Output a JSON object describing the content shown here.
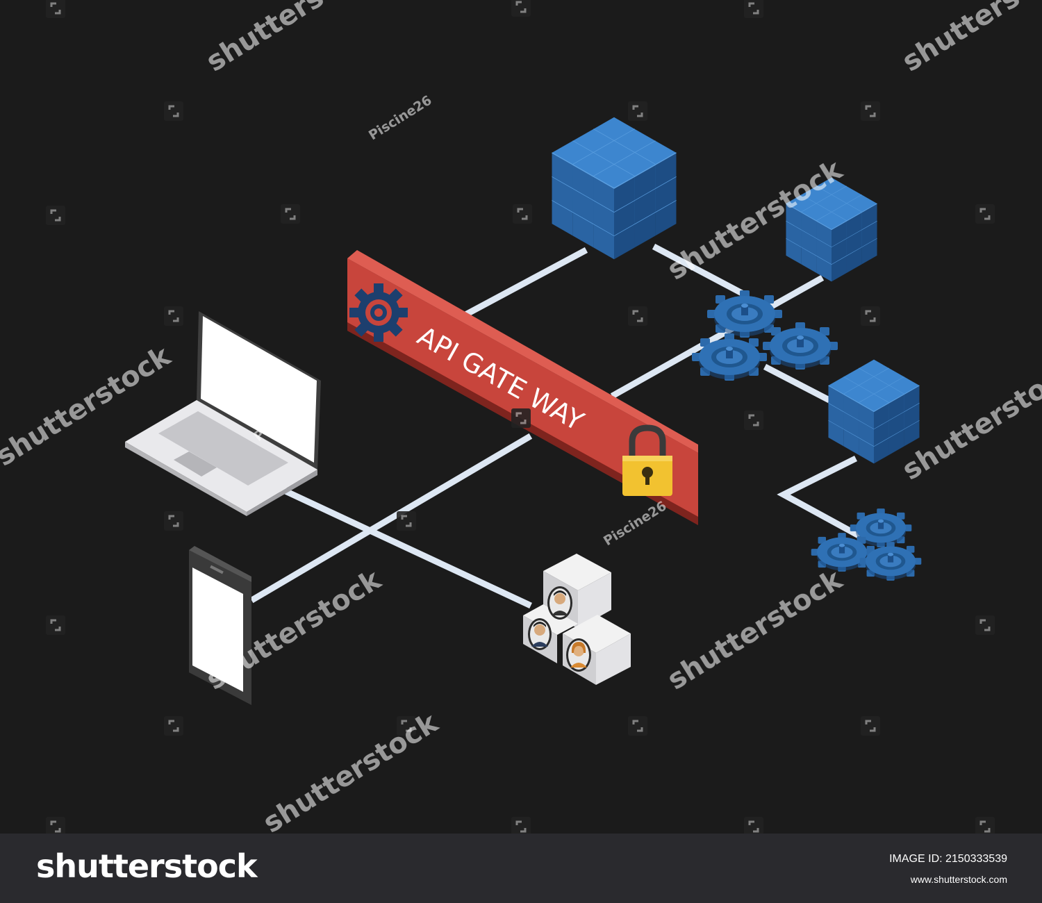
{
  "gateway": {
    "label": "API GATE WAY",
    "color": "#c8453c",
    "icons": [
      "gear-icon",
      "padlock-icon"
    ]
  },
  "nodes": {
    "clients": [
      "laptop-icon",
      "smartphone-icon"
    ],
    "user_group": "users-icon",
    "services": [
      "cube-icon",
      "cube-icon",
      "cube-icon"
    ],
    "processors": [
      "gears-icon",
      "gears-icon"
    ]
  },
  "colors": {
    "background": "#1b1b1b",
    "connector": "#dde7f3",
    "cube": "#2f6db0",
    "gear": "#2c6aab",
    "lock": "#f2c230"
  },
  "watermarks": {
    "brand": "shutterstock",
    "contributor": "Piscine26"
  },
  "footer": {
    "logo": "shutterstock",
    "image_id": "IMAGE ID: 2150333539",
    "url": "www.shutterstock.com"
  }
}
